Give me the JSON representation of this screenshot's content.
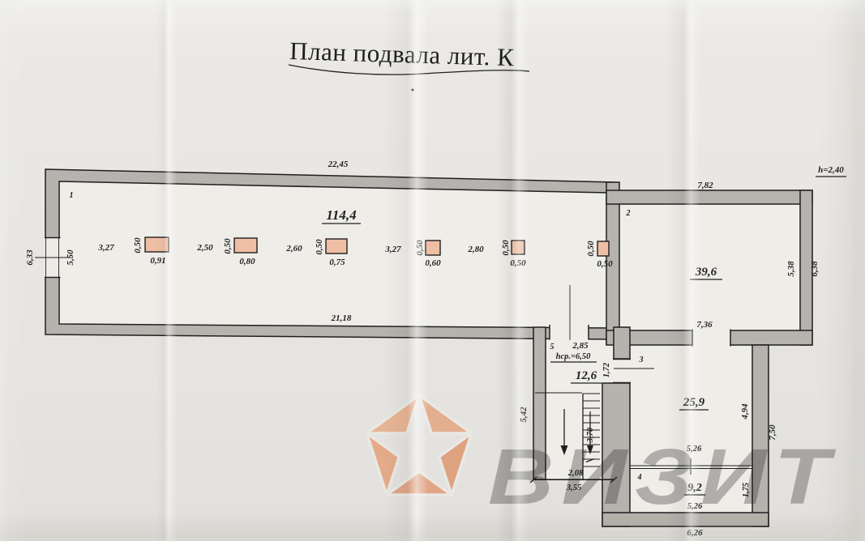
{
  "title": "План подвала лит. К",
  "rooms": {
    "r1": {
      "num": "1",
      "area": "114,4"
    },
    "r2": {
      "num": "2",
      "area": "39,6"
    },
    "r3": {
      "num": "3",
      "area": "25,9"
    },
    "r4": {
      "num": "4",
      "area": "9,2"
    },
    "r5": {
      "num": "5",
      "area": "12,6"
    }
  },
  "dims": {
    "r1_top": "22,45",
    "r1_bottom": "21,18",
    "r1_left_outer": "6,33",
    "r1_left_inner": "5,50",
    "span1": "3,27",
    "span2": "2,50",
    "span3": "2,60",
    "span4": "3,27",
    "span5": "2,80",
    "r2_top": "7,82",
    "r2_bottom": "7,36",
    "r2_right_inner": "5,38",
    "r2_right_outer": "6,38",
    "ceiling_height": "h=2,40",
    "r5_top": "2,85",
    "r5_ceiling": "hср.=6,50",
    "r5_door": "1,72",
    "stair_left": "5,42",
    "stair_run": "3,70",
    "stair_bottom_inner": "2,08",
    "stair_bottom_outer": "3,55",
    "r3_width": "5,26",
    "r3_right": "4,94",
    "r4_width": "5,26",
    "r4_right": "1,75",
    "r4_bottom": "6,26",
    "block_right": "7,50"
  },
  "columns": [
    {
      "w": "0,91",
      "d": "0,50"
    },
    {
      "w": "0,80",
      "d": "0,50"
    },
    {
      "w": "0,75",
      "d": "0,50"
    },
    {
      "w": "0,60",
      "d": "0,50"
    },
    {
      "w": "0,50",
      "d": "0,50"
    },
    {
      "w": "0,50",
      "d": "0,50"
    }
  ],
  "watermark": {
    "brand": "ВИЗИТ"
  },
  "colors": {
    "paper": "#e8e6e2",
    "interior": "#efede8",
    "wall": "#b6b3ae",
    "ink": "#1f1f1f",
    "column_fill": "#eebfa4",
    "logo_orange": "#e09873",
    "brand_gray": "#8a8a8a"
  }
}
